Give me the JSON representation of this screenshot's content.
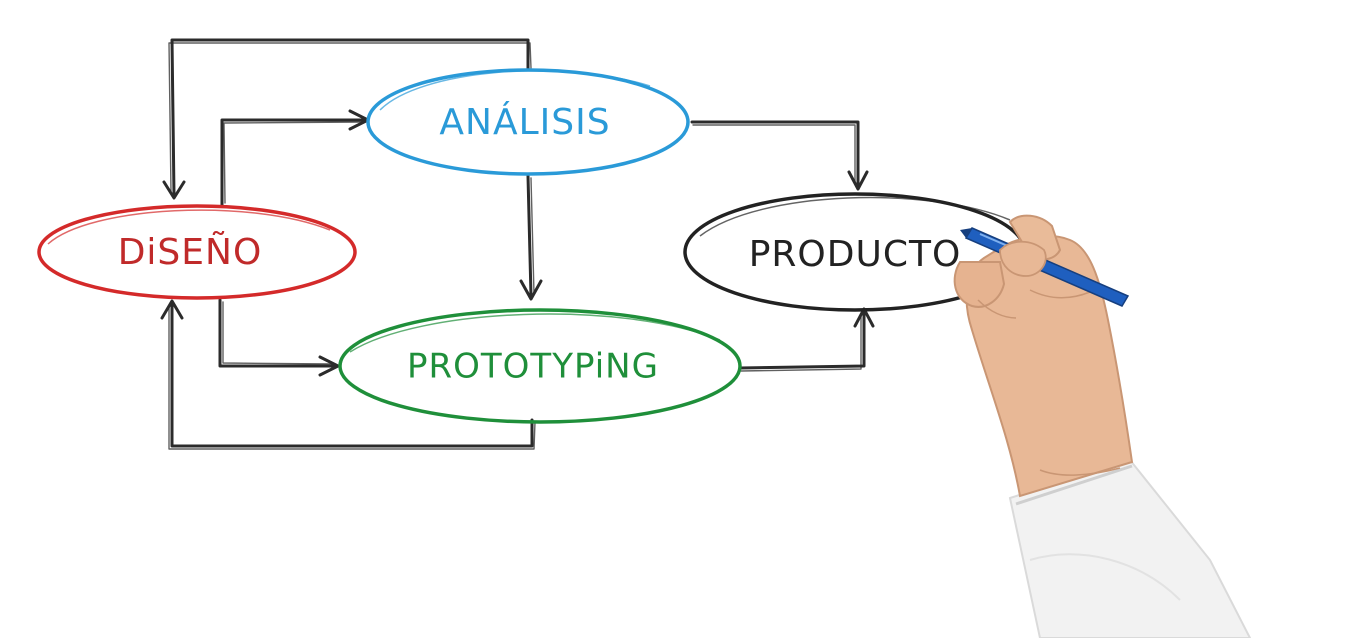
{
  "diagram": {
    "nodes": {
      "analisis": {
        "label": "ANÁLISIS",
        "color": "#2a9ad8"
      },
      "diseno": {
        "label": "DiSEÑO",
        "color": "#d42a2a"
      },
      "prototyping": {
        "label": "PROTOTYPiNG",
        "color": "#1f8f3a"
      },
      "producto": {
        "label": "PRODUCTO",
        "color": "#222222"
      }
    },
    "edges": [
      {
        "from": "diseno",
        "to": "analisis"
      },
      {
        "from": "diseno",
        "to": "prototyping"
      },
      {
        "from": "analisis",
        "to": "diseno"
      },
      {
        "from": "analisis",
        "to": "prototyping"
      },
      {
        "from": "analisis",
        "to": "producto"
      },
      {
        "from": "prototyping",
        "to": "diseno"
      },
      {
        "from": "prototyping",
        "to": "producto"
      }
    ],
    "line_color": "#2b2b2b"
  },
  "illustration": {
    "subject": "hand-holding-marker",
    "marker_color": "#1f5fbf",
    "skin_color": "#e8b896",
    "sleeve_color": "#f2f2f2"
  }
}
